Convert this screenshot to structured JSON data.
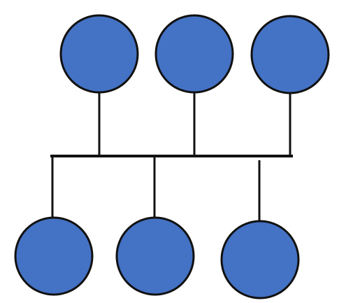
{
  "diagram": {
    "type": "bus-network",
    "colors": {
      "node_fill": "#4472C4",
      "node_stroke": "#111111",
      "line": "#111111",
      "background": "#FFFFFF"
    },
    "top_nodes": [
      {
        "id": "top-1"
      },
      {
        "id": "top-2"
      },
      {
        "id": "top-3"
      }
    ],
    "bottom_nodes": [
      {
        "id": "bottom-1"
      },
      {
        "id": "bottom-2"
      },
      {
        "id": "bottom-3"
      }
    ],
    "bus": {
      "id": "shared-bus-line"
    }
  }
}
